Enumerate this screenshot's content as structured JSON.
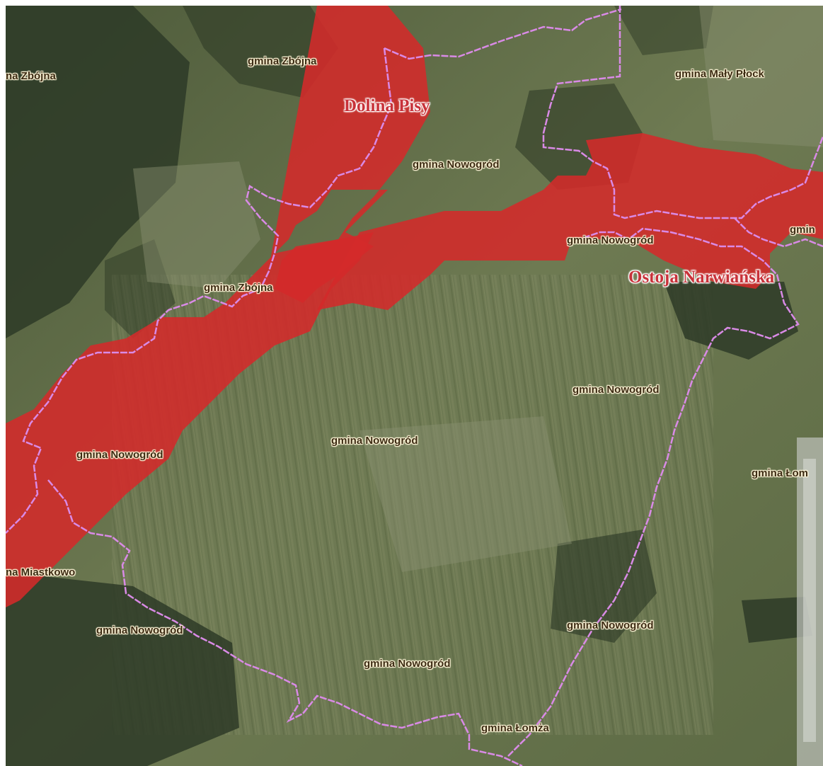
{
  "caption": "",
  "colors": {
    "protected_area_fill": "#d42a2a",
    "boundary_line": "#d98ae6",
    "area_label": "#c8323a",
    "gmina_label": "#3b2a12"
  },
  "protected_areas": [
    {
      "id": "dolina-pisy",
      "label": "Dolina Pisy"
    },
    {
      "id": "ostoja-narwianska",
      "label": "Ostoja Narwiańska"
    }
  ],
  "gmina_labels": [
    "na Zbójna",
    "gmina Zbójna",
    "gmina Mały Płock",
    "gmina Nowogród",
    "gmina Nowogród",
    "gmin",
    "gmina Zbójna",
    "gmina Nowogród",
    "gmina Nowogród",
    "gmina Nowogród",
    "gmina Łom",
    "na Miastkowo",
    "gmina Nowogród",
    "gmina Nowogród",
    "gmina Nowogród",
    "gmina Łomża"
  ]
}
